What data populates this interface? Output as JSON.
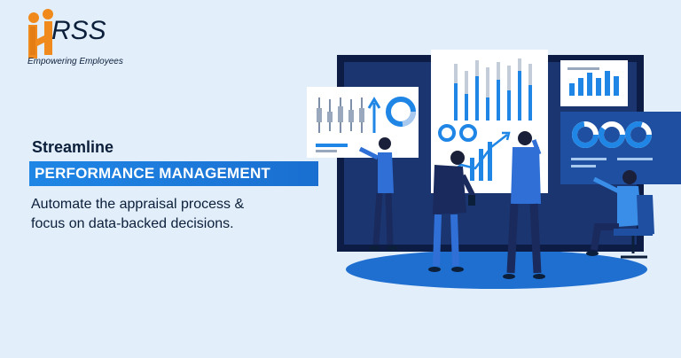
{
  "brand": {
    "logo_text": "RSS",
    "logo_mark_text": "H",
    "tagline": "Empowering Employees",
    "colors": {
      "navy": "#0b1f3a",
      "orange": "#f08a1c",
      "blue": "#1f86e6"
    }
  },
  "hero": {
    "kicker": "Streamline",
    "highlight": "PERFORMANCE MANAGEMENT",
    "description_line1": "Automate the appraisal process &",
    "description_line2": "focus on data-backed decisions."
  },
  "illustration": {
    "icons": [
      "bar-chart-panel",
      "donut-chart-panel",
      "line-chart-panel",
      "people-figures",
      "office-chair"
    ]
  }
}
